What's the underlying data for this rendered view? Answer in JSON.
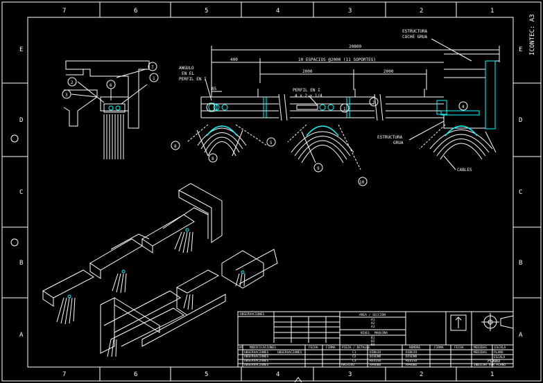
{
  "title_block_label": "ICONTEC: A3",
  "border": {
    "columns": [
      "7",
      "6",
      "5",
      "4",
      "3",
      "2",
      "1"
    ],
    "rows": [
      "E",
      "D",
      "C",
      "B",
      "A"
    ]
  },
  "dimensions": {
    "overall": "20800",
    "left_offset": "400",
    "spacing": "10 ESPACIOS @2000 (11 SOPORTES)",
    "span_a": "2000",
    "span_b": "2000",
    "small": "85"
  },
  "labels": {
    "angle_profile": [
      "ANGULO",
      "EN EL",
      "PERFIL EN I"
    ],
    "i_profile": [
      "PERFIL EN I",
      "4 x 2 x 1/4"
    ],
    "crane_structure_top": [
      "ESTRUCTURA",
      "COCHE GRUA"
    ],
    "crane_structure": [
      "ESTRUCTURA",
      "GRUA"
    ],
    "cables": "CABLES"
  },
  "callouts": {
    "c1": "1",
    "c2": "2",
    "c3": "3",
    "c4": "4",
    "c6": "6",
    "c7": "7",
    "c8": "8",
    "c9": "9",
    "c10": "10",
    "c5": "5"
  },
  "title_block": {
    "observaciones": "OBSERVACIONES",
    "area_header": "AREA / SECCION",
    "area_values": [
      "A1",
      "A2",
      "A3",
      "A4"
    ],
    "nivel": "NIVEL",
    "nivel_value": "MAQUINA",
    "nivel_values": [
      "B1",
      "B2",
      "B3"
    ],
    "pieza": "PIEZA / DETALLE",
    "pieza_values": [
      "C1",
      "C2",
      "C3"
    ],
    "rev_col_n": "Nº",
    "rev_col_mod": "MODIFICACIONES",
    "rev_col_fecha": "FECHA",
    "rev_col_firma": "FIRMA",
    "rev_rows": [
      "OBSERVACIONES",
      "OBSERVACIONES",
      "OBSERVACIONES",
      "OBSERVACIONES",
      "OBSERVACIONES"
    ],
    "archivo": "ARCHIVO",
    "nombre": "NOMBRE",
    "firma": "FIRMA",
    "fecha": "FECHA",
    "medidas": "MEDIDAS",
    "escala": "ESCALA",
    "persons": [
      "DIBUJO",
      "DISEÑO",
      "REVISO",
      "APROBO"
    ],
    "plano_small": "PLANO",
    "plano": "PLANO",
    "medidas_val": "MEDIDAS",
    "escala_val": "ESCALA",
    "footer": "INDICAR VER PLANO"
  },
  "colors": {
    "lines": "#ffffff",
    "cyan": "#00ffff",
    "background": "#000000"
  }
}
